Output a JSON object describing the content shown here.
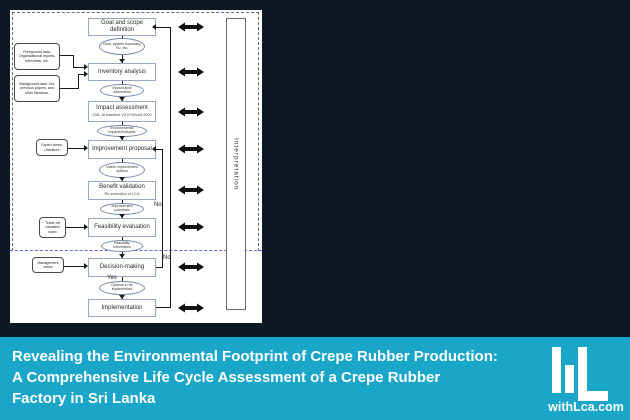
{
  "banner": {
    "accent_color": "#1aa6c9",
    "background_color": "#0e1822",
    "lines": [
      "Revealing the Environmental Footprint of Crepe Rubber Production:",
      "A Comprehensive Life Cycle Assessment of a Crepe Rubber",
      "Factory in Sri Lanka"
    ],
    "brand": "withLca.com"
  },
  "diagram": {
    "interpretation_label": "Interpretation",
    "stages": [
      {
        "title": "Goal and scope definition",
        "subtitle": ""
      },
      {
        "title": "Inventory analysis",
        "subtitle": ""
      },
      {
        "title": "Impact assessment",
        "subtitle": "CML-IA baseline V3.07/World 2000"
      },
      {
        "title": "Improvement proposal",
        "subtitle": ""
      },
      {
        "title": "Benefit validation",
        "subtitle": "Re-execution of LCA"
      },
      {
        "title": "Feasibility evaluation",
        "subtitle": ""
      },
      {
        "title": "Decision-making",
        "subtitle": ""
      },
      {
        "title": "Implementation",
        "subtitle": ""
      }
    ],
    "ellipses": [
      "Goal, system boundary, FU, etc.",
      "Input/output information",
      "Environmental impacts/hotspots",
      "Viable improvement options",
      "Improvement potentials",
      "Feasibility information",
      "Options to be implemented"
    ],
    "inputs": [
      "Foreground data: Organizational reports, interviews, etc.",
      "Background data: Our previous papers, and other literature.",
      "Expert views, Literature",
      "Trade-off valuation index",
      "Management views"
    ],
    "labels": {
      "yes": "Yes",
      "no_benefit": "No",
      "no_decision": "No"
    }
  }
}
